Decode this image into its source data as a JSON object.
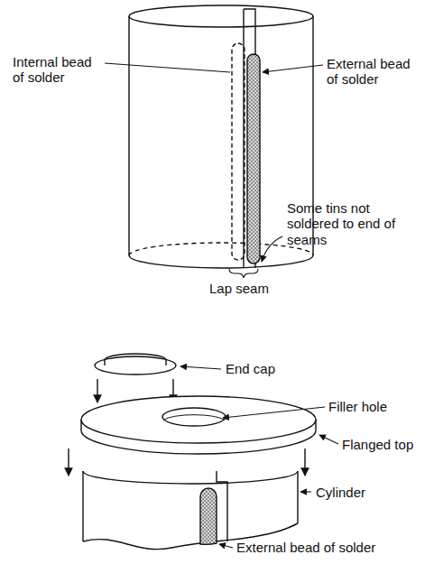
{
  "diagram": {
    "labels": [
      "Internal bead of solder",
      "External bead of solder",
      "Some tins not soldered to end of seams",
      "Lap seam",
      "End cap",
      "Filler hole",
      "Flanged top",
      "Cylinder",
      "External bead of solder"
    ]
  }
}
